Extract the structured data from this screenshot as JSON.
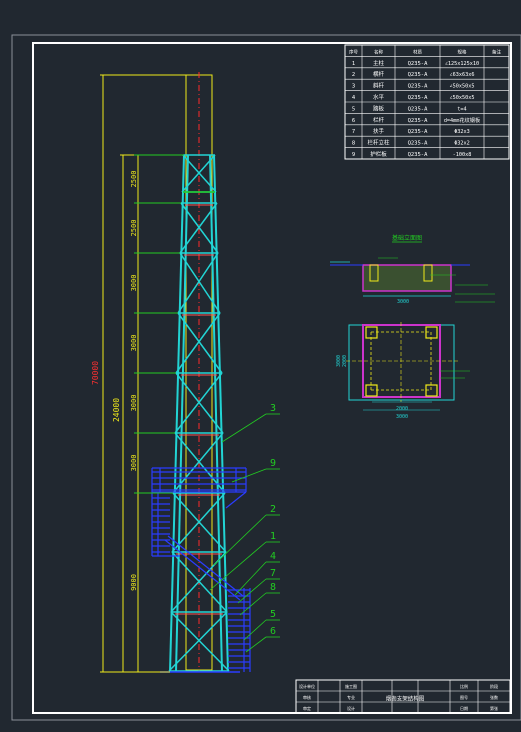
{
  "drawing": {
    "dim_labels": {
      "total_height": "70000",
      "tower_height": "24000",
      "segments": [
        "2500",
        "2500",
        "3000",
        "3000",
        "3000",
        "3000",
        "9000"
      ]
    },
    "callouts": [
      "3",
      "9",
      "2",
      "1",
      "4",
      "7",
      "8",
      "5",
      "6"
    ],
    "detail_titles": {
      "foundation_section": "基础立面图"
    },
    "detail_dims": {
      "section_width": "3000",
      "plan_width_inner": "2000",
      "plan_width_outer": "3000",
      "plan_height_inner": "2000",
      "plan_height_outer": "3000"
    }
  },
  "materials_table": {
    "headers": [
      "序号",
      "名称",
      "材质",
      "规格",
      "备注"
    ],
    "rows": [
      {
        "no": "1",
        "name": "主柱",
        "material": "Q235-A",
        "spec": "∠125x125x10",
        "note": ""
      },
      {
        "no": "2",
        "name": "横杆",
        "material": "Q235-A",
        "spec": "∠63x63x6",
        "note": ""
      },
      {
        "no": "3",
        "name": "斜杆",
        "material": "Q235-A",
        "spec": "∠50x50x5",
        "note": ""
      },
      {
        "no": "4",
        "name": "水平",
        "material": "Q235-A",
        "spec": "∠50x50x5",
        "note": ""
      },
      {
        "no": "5",
        "name": "踏板",
        "material": "Q235-A",
        "spec": "t=4",
        "note": ""
      },
      {
        "no": "6",
        "name": "栏杆",
        "material": "Q235-A",
        "spec": "d=4mm花纹钢板",
        "note": ""
      },
      {
        "no": "7",
        "name": "扶手",
        "material": "Q235-A",
        "spec": "Φ32x3",
        "note": ""
      },
      {
        "no": "8",
        "name": "栏杆立柱",
        "material": "Q235-A",
        "spec": "Φ32x2",
        "note": ""
      },
      {
        "no": "9",
        "name": "护栏板",
        "material": "Q235-A",
        "spec": "-100x8",
        "note": ""
      }
    ]
  },
  "title_block": {
    "drawing_name": "烟囱支架结构图",
    "row1": [
      "设计单位",
      "施工图",
      "比例"
    ],
    "row2": [
      "审核",
      "专业",
      "图号"
    ],
    "row3": [
      "审定",
      "设计",
      "日期"
    ],
    "right_cells": [
      "阶段",
      "张数",
      "第张"
    ]
  },
  "colors": {
    "background": "#212830",
    "frame": "#ffffff",
    "tower": "#22d4d4",
    "platform": "#2a3cff",
    "stack": "#f0ea1a",
    "dimension": "#22cc22",
    "centerline": "#ff2a2a",
    "foundation": "#cc33cc"
  }
}
